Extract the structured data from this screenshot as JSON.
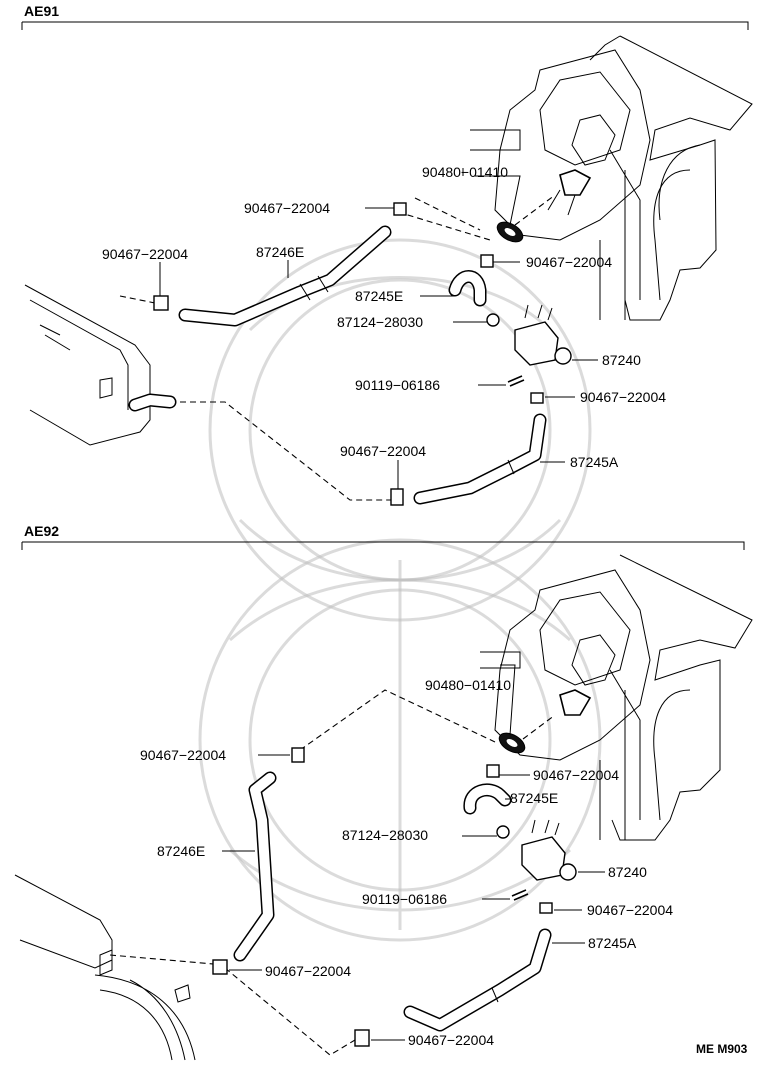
{
  "sections": [
    {
      "id": "ae91",
      "title": "AE91",
      "labels": {
        "p90480": "90480−01410",
        "p90467_a": "90467−22004",
        "p90467_b": "90467−22004",
        "p87246e": "87246E",
        "p90467_c": "90467−22004",
        "p87245e": "87245E",
        "p87124": "87124−28030",
        "p87240": "87240",
        "p90119": "90119−06186",
        "p90467_d": "90467−22004",
        "p90467_e": "90467−22004",
        "p87245a": "87245A"
      }
    },
    {
      "id": "ae92",
      "title": "AE92",
      "labels": {
        "p90480": "90480−01410",
        "p90467_a": "90467−22004",
        "p90467_c": "90467−22004",
        "p87245e": "87245E",
        "p87246e": "87246E",
        "p87124": "87124−28030",
        "p87240": "87240",
        "p90119": "90119−06186",
        "p90467_d": "90467−22004",
        "p87245a": "87245A",
        "p90467_b": "90467−22004",
        "p90467_e": "90467−22004"
      }
    }
  ],
  "footer_code": "ME M903"
}
